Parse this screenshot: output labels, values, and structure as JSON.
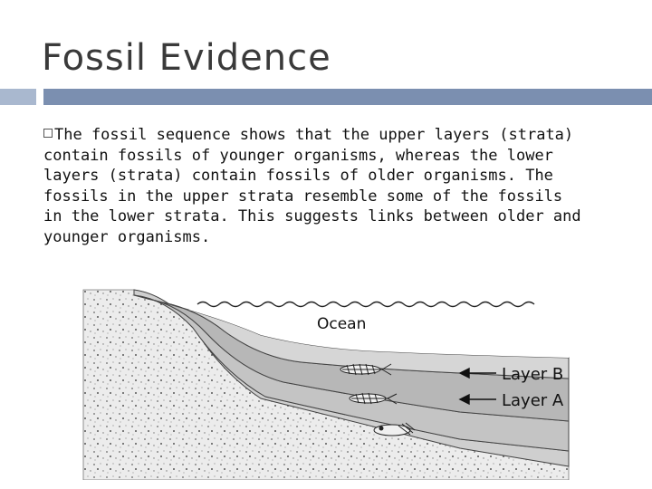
{
  "slide": {
    "title": "Fossil Evidence",
    "body": "The fossil sequence shows that the upper layers (strata) contain fossils of younger organisms, whereas the lower layers (strata) contain fossils of older organisms.  The fossils in the upper strata resemble some of the fossils in the lower strata.  This suggests links between older and younger organisms."
  },
  "figure": {
    "ocean_label": "Ocean",
    "layer_b_label": "Layer B",
    "layer_a_label": "Layer A"
  },
  "colors": {
    "divider_left": "#a9b8cf",
    "divider_right": "#7b8fb0",
    "sea_layer": "#bdbdbd",
    "sediment_mid": "#d2d2d2"
  }
}
